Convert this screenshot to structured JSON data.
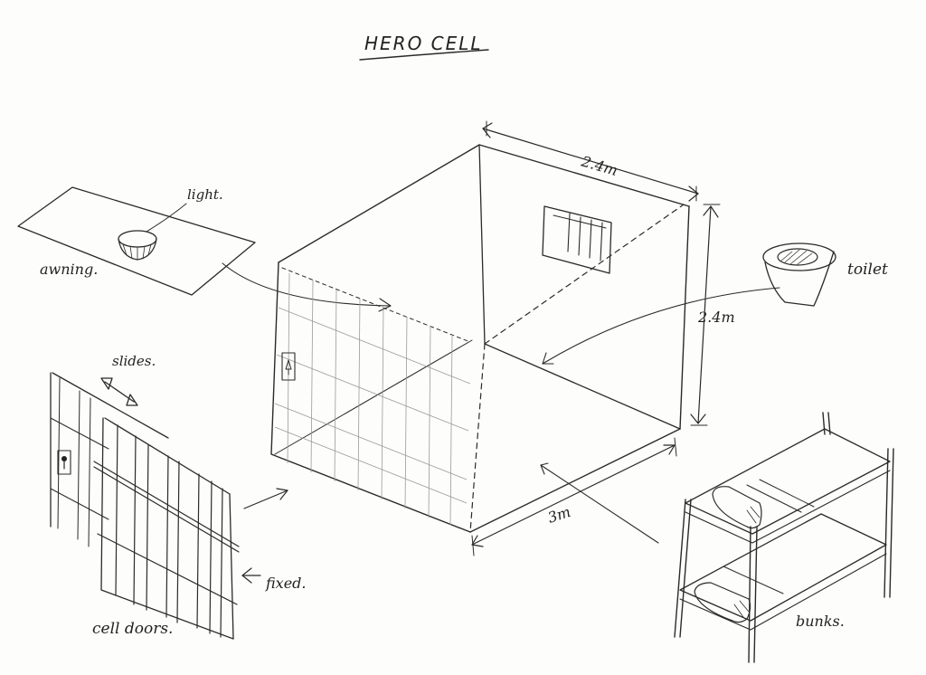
{
  "title": "HERO CELL",
  "labels": {
    "light": "light.",
    "awning": "awning.",
    "toilet": "toilet",
    "slides": "slides.",
    "fixed": "fixed.",
    "cell_doors": "cell doors.",
    "bunks": "bunks."
  },
  "dimensions": {
    "top_width": "2.4m",
    "height": "2.4m",
    "depth": "3m"
  },
  "colors": {
    "paper": "#fdfdfb",
    "ink": "#2a2a2a"
  }
}
